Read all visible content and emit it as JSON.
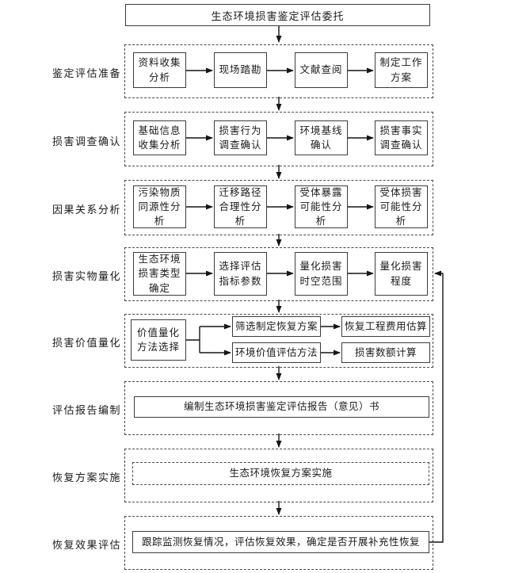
{
  "title_box": "生态环境损害鉴定评估委托",
  "rows": [
    {
      "label": "鉴定评估准备",
      "boxes": [
        "资料收集\n分析",
        "现场踏勘",
        "文献查阅",
        "制定工作\n方案"
      ]
    },
    {
      "label": "损害调查确认",
      "boxes": [
        "基础信息\n收集分析",
        "损害行为\n调查确认",
        "环境基线\n确认",
        "损害事实\n调查确认"
      ]
    },
    {
      "label": "因果关系分析",
      "boxes": [
        "污染物质\n同源性分\n析",
        "迁移路径\n合理性分\n析",
        "受体暴露\n可能性分\n析",
        "受体损害\n可能性分\n析"
      ]
    },
    {
      "label": "损害实物量化",
      "boxes": [
        "生态环境\n损害类型\n确定",
        "选择评估\n指标参数",
        "量化损害\n时空范围",
        "量化损害\n程度"
      ]
    },
    {
      "label": "损害价值量化",
      "left_box": "价值量化\n方法选择",
      "branch_top": [
        "筛选制定恢复方案",
        "恢复工程费用估算"
      ],
      "branch_bottom": [
        "环境价值评估方法",
        "损害数额计算"
      ]
    },
    {
      "label": "评估报告编制",
      "box": "编制生态环境损害鉴定评估报告（意见）书"
    },
    {
      "label": "恢复方案实施",
      "box": "生态环境恢复方案实施"
    },
    {
      "label": "恢复效果评估",
      "box": "跟踪监测恢复情况，评估恢复效果，确定是否开展补充性恢复"
    }
  ],
  "colors": {
    "line": "#151515",
    "box_border": "#3c3c3c",
    "dashed_border": "#4a4a4a",
    "background": "#ffffff",
    "text": "#1a1a1a"
  }
}
